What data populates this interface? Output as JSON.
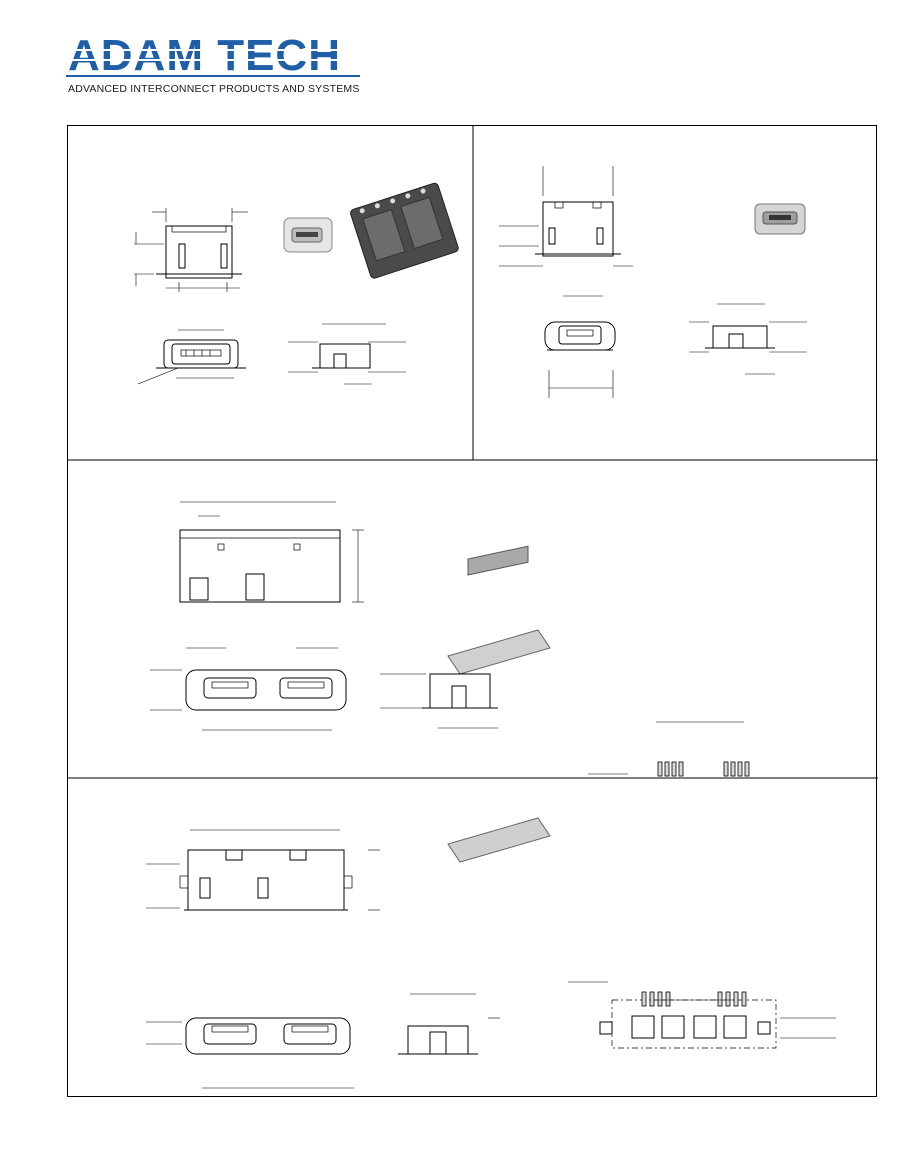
{
  "brand": {
    "name": "ADAM TECH",
    "tagline": "ADVANCED INTERCONNECT PRODUCTS AND SYSTEMS",
    "color": "#1f5fa8"
  },
  "panels": [
    {
      "id": "micro-usb-b-smt-reel",
      "content": "drawing"
    },
    {
      "id": "micro-usb-b-smt-alt",
      "content": "drawing"
    },
    {
      "id": "micro-usb3-b-smt",
      "content": "drawing"
    },
    {
      "id": "micro-usb3-b-smt-variant",
      "content": "drawing"
    }
  ]
}
